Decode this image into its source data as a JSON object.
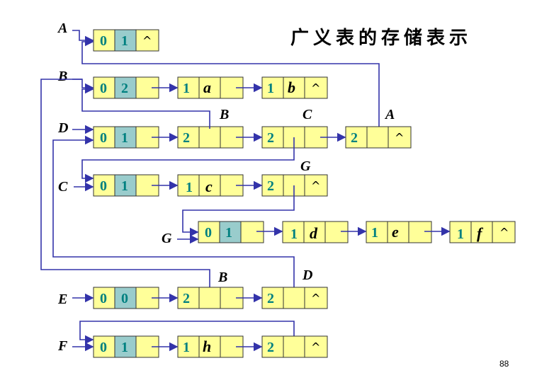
{
  "title": "广义表的存储表示",
  "page_number": "88",
  "null_symbol": "^",
  "lists": {
    "A": {
      "label": "A",
      "head": [
        "0",
        "1"
      ]
    },
    "B": {
      "label": "B",
      "head": [
        "0",
        "2"
      ],
      "nodes": [
        [
          "1",
          "a"
        ],
        [
          "1",
          "b"
        ]
      ]
    },
    "D": {
      "label": "D",
      "head": [
        "0",
        "1"
      ],
      "nodes": [
        "2",
        "2",
        "2"
      ]
    },
    "C": {
      "label": "C",
      "head": [
        "0",
        "1"
      ],
      "nodes": [
        [
          "1",
          "c"
        ],
        "2"
      ]
    },
    "G": {
      "label": "G",
      "head": [
        "0",
        "1"
      ],
      "nodes": [
        [
          "1",
          "d"
        ],
        [
          "1",
          "e"
        ],
        [
          "1",
          "f"
        ]
      ]
    },
    "E": {
      "label": "E",
      "head": [
        "0",
        "0"
      ],
      "nodes": [
        "2",
        "2"
      ]
    },
    "F": {
      "label": "F",
      "head": [
        "0",
        "1"
      ],
      "nodes": [
        [
          "1",
          "h"
        ],
        "2"
      ]
    }
  },
  "pointer_labels": {
    "d_b": "B",
    "d_c": "C",
    "d_a": "A",
    "c_g": "G",
    "e_b": "B",
    "e_d": "D"
  },
  "colors": {
    "cell": "#ffff99",
    "tag_cell": "#99cccc",
    "arrow": "#3333aa",
    "number": "#008080"
  }
}
